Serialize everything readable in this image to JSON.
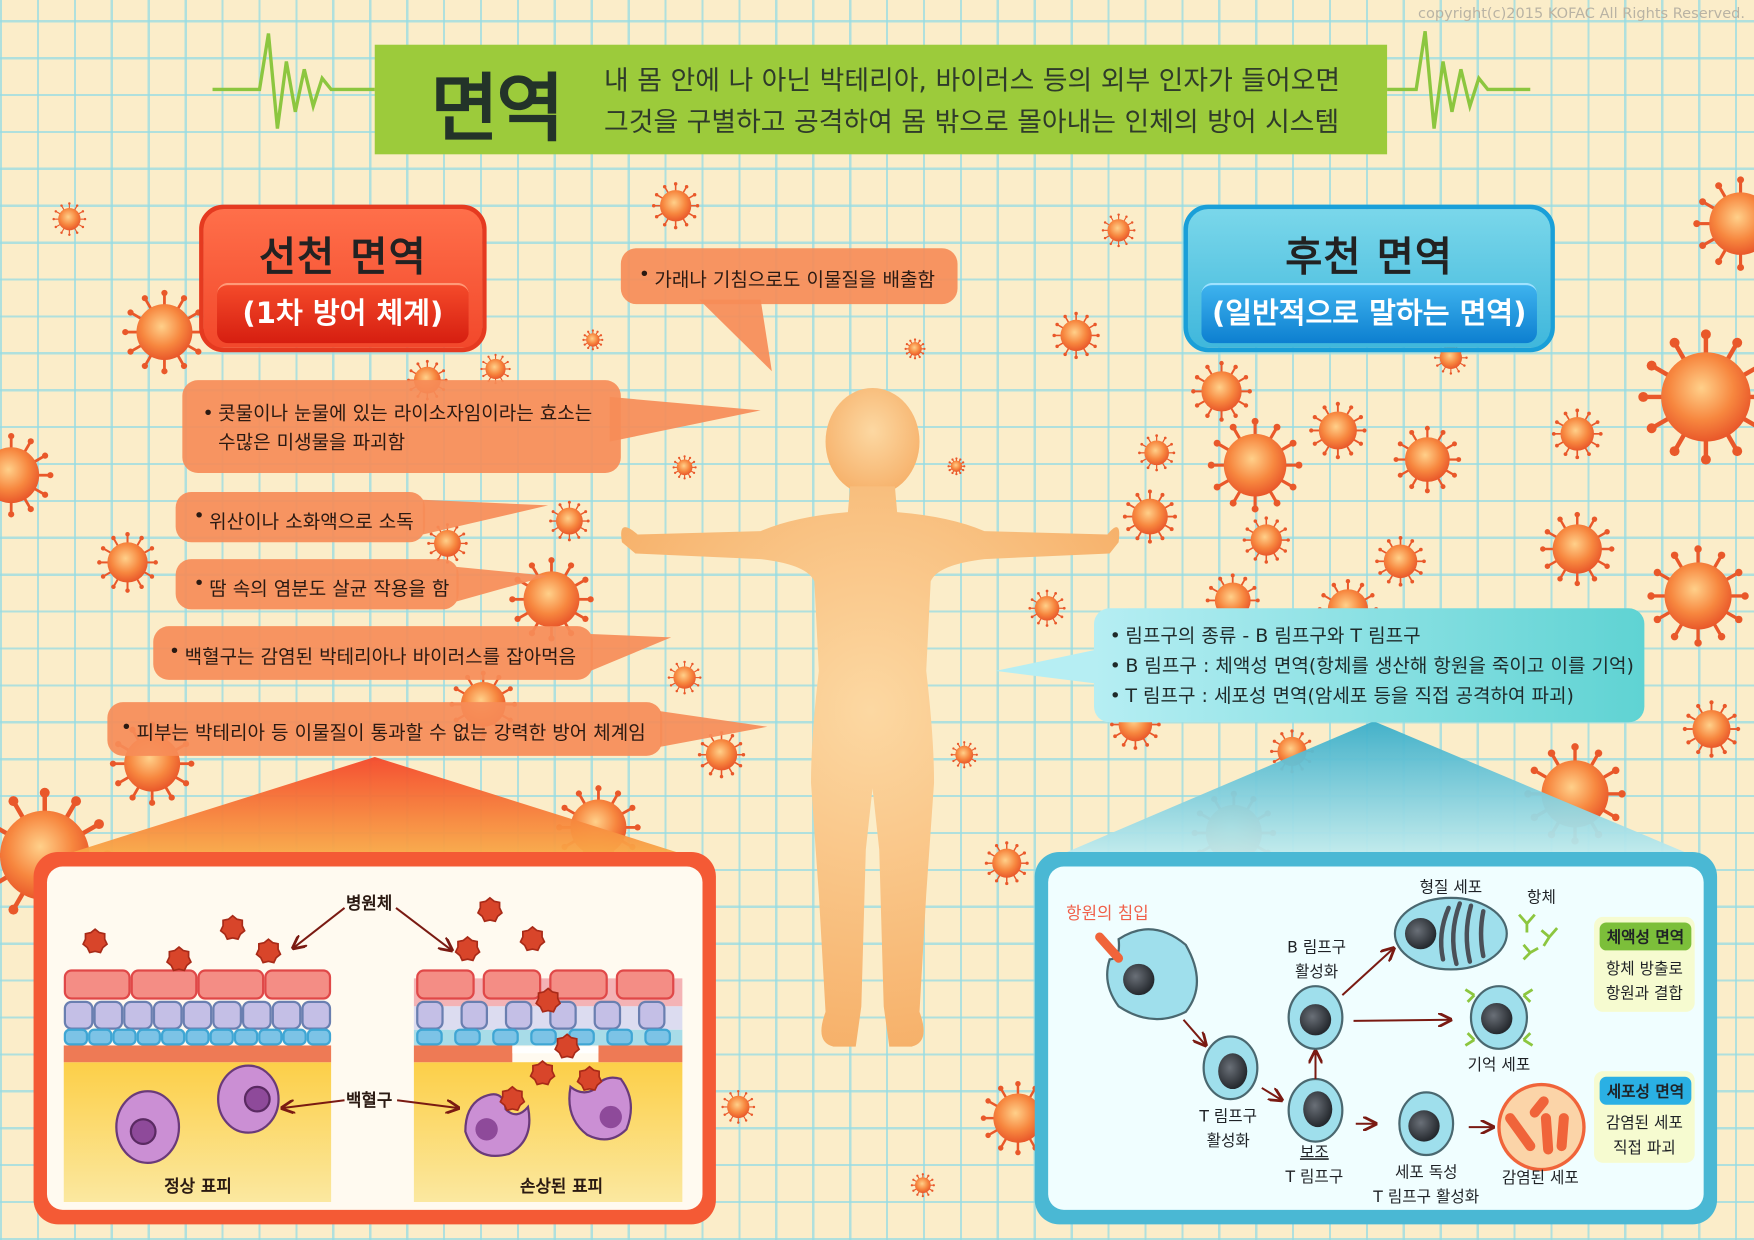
{
  "copyright": "copyright(c)2015 KOFAC All Rights Reserved.",
  "header": {
    "title": "면역",
    "desc_line1": "내 몸 안에 나 아닌 박테리아, 바이러스 등의 외부 인자가 들어오면",
    "desc_line2": "그것을 구별하고 공격하여 몸 밖으로 몰아내는 인체의 방어 시스템"
  },
  "innate": {
    "title": "선천 면역",
    "subtitle": "(1차 방어 체계)",
    "top_bubble": "가래나 기침으로도 이물질을 배출함",
    "bubbles": [
      {
        "line1": "콧물이나 눈물에 있는 라이소자임이라는 효소는",
        "line2": "수많은 미생물을 파괴함"
      },
      {
        "line1": "위산이나 소화액으로 소독"
      },
      {
        "line1": "땀 속의 염분도 살균 작용을 함"
      },
      {
        "line1": "백혈구는 감염된 박테리아나 바이러스를 잡아먹음"
      },
      {
        "line1": "피부는 박테리아 등 이물질이 통과할 수 없는 강력한 방어 체계임"
      }
    ],
    "panel": {
      "pathogen_label": "병원체",
      "wbc_label": "백혈구",
      "normal_label": "정상 표피",
      "damaged_label": "손상된 표피"
    }
  },
  "adaptive": {
    "title": "후천 면역",
    "subtitle": "(일반적으로 말하는 면역)",
    "bullets": [
      "림프구의 종류 - B 림프구와 T 림프구",
      "B 림프구 : 체액성 면역(항체를 생산해 항원을 죽이고 이를 기억)",
      "T 림프구 : 세포성 면역(암세포 등을 직접 공격하여 파괴)"
    ],
    "panel": {
      "antigen_invasion": "항원의 침입",
      "t_activation_1": "T 림프구",
      "t_activation_2": "활성화",
      "helper_1": "보조",
      "helper_2": "T 림프구",
      "b_activation_1": "B 림프구",
      "b_activation_2": "활성화",
      "plasma_cell": "형질 세포",
      "antibody": "항체",
      "memory_cell": "기억 세포",
      "cytotoxic_1": "세포 독성",
      "cytotoxic_2": "T 림프구 활성화",
      "infected_cell": "감염된 세포",
      "humoral_title": "체액성 면역",
      "humoral_line1": "항체 방출로",
      "humoral_line2": "항원과 결합",
      "cellular_title": "세포성 면역",
      "cellular_line1": "감염된 세포",
      "cellular_line2": "직접 파괴"
    }
  },
  "colors": {
    "header_green": "#9ccb3b",
    "innate_red": "#f2482b",
    "adaptive_blue": "#3fb7dc",
    "bubble_orange": "#f68c58",
    "heartbeat_green": "#8cc63f"
  }
}
